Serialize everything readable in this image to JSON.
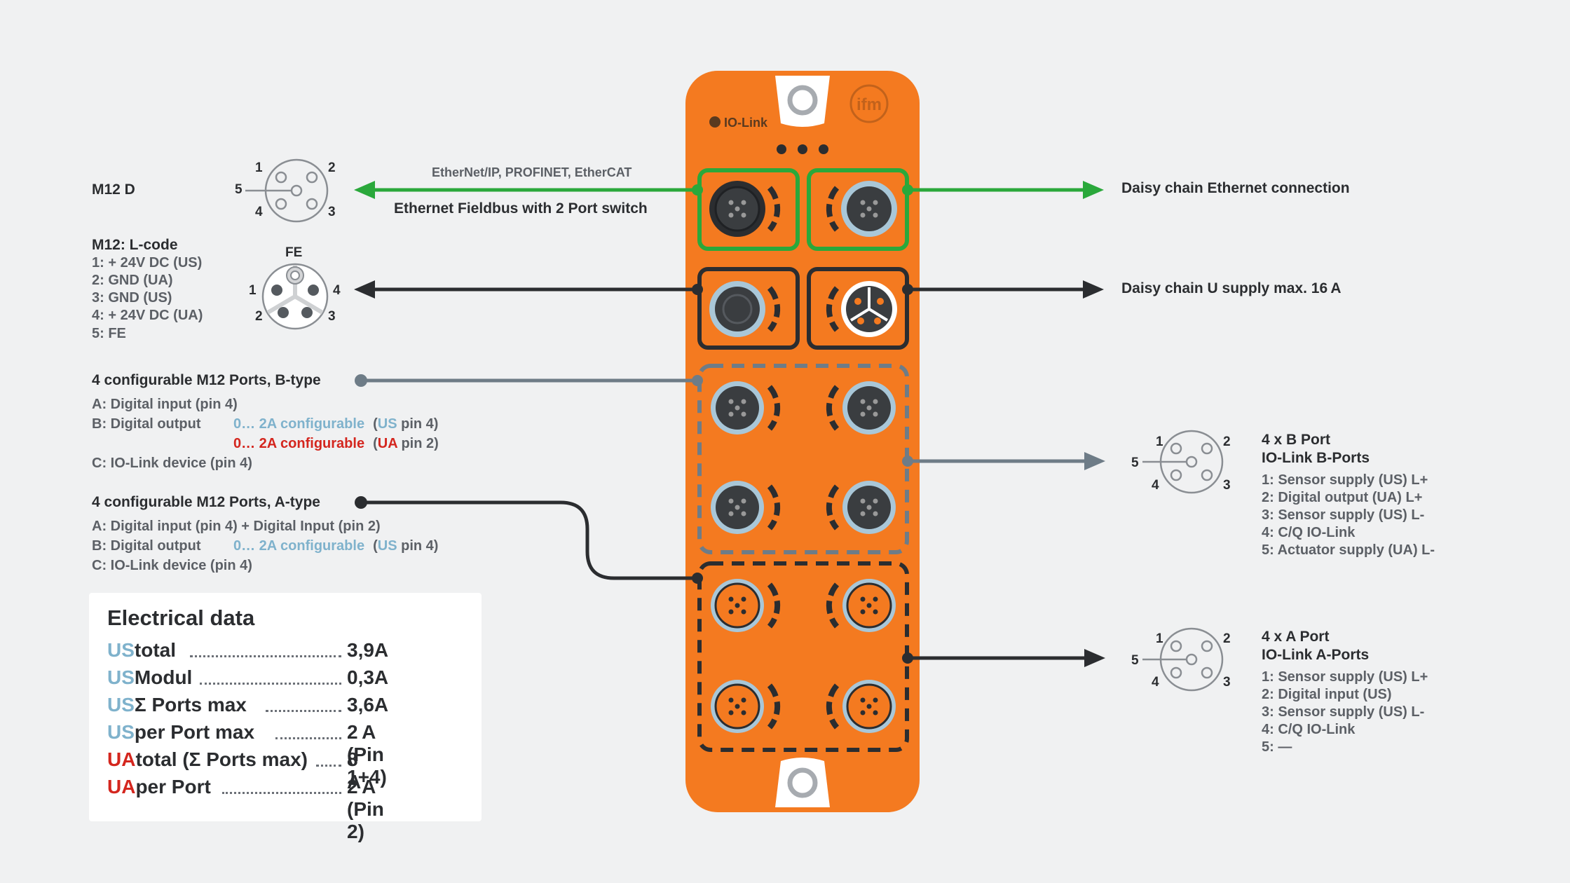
{
  "device": {
    "brand": "ifm",
    "iolink_logo": "IO-Link",
    "body_color": "#f47a20",
    "ports_b_color": "#6e7c87",
    "ports_a_color": "#2b2d30",
    "ethernet_color": "#2aa83b"
  },
  "top": {
    "m12d_title": "M12 D",
    "m12d_pins": {
      "p1": "1",
      "p2": "2",
      "p3": "3",
      "p4": "4",
      "p5": "5"
    },
    "ethernet_protocols": "EtherNet/IP, PROFINET, EtherCAT",
    "ethernet_label": "Ethernet Fieldbus with 2 Port switch",
    "daisy_ethernet": "Daisy chain Ethernet connection"
  },
  "lcode": {
    "title": "M12: L-code",
    "lines": [
      "1: + 24V DC (US)",
      "2: GND (UA)",
      "3: GND (US)",
      "4: + 24V DC (UA)",
      "5: FE"
    ],
    "fe": "FE",
    "pins": {
      "p1": "1",
      "p2": "2",
      "p3": "3",
      "p4": "4"
    },
    "daisy_supply": "Daisy chain U supply max. 16 A"
  },
  "btype": {
    "title": "4 configurable M12 Ports, B-type",
    "a": "A: Digital input (pin 4)",
    "b": "B: Digital output",
    "cfg1_range": "0… 2A configurable",
    "cfg1_open": "(",
    "cfg1_us": "US",
    "cfg1_pin": " pin 4)",
    "cfg2_range": "0… 2A configurable",
    "cfg2_open": "(",
    "cfg2_ua": "UA",
    "cfg2_pin": " pin 2)",
    "c": "C: IO-Link device (pin 4)"
  },
  "atype": {
    "title": "4 configurable M12 Ports, A-type",
    "a": "A: Digital input (pin 4) + Digital Input (pin 2)",
    "b": "B: Digital output",
    "cfg_range": "0… 2A configurable",
    "cfg_open": "(",
    "cfg_us": "US",
    "cfg_pin": " pin 4)",
    "c": "C: IO-Link device (pin 4)"
  },
  "bport": {
    "title1": "4 x B Port",
    "title2": "IO-Link B-Ports",
    "pins": {
      "p1": "1",
      "p2": "2",
      "p3": "3",
      "p4": "4",
      "p5": "5"
    },
    "lines": [
      "1: Sensor supply (US) L+",
      "2: Digital output (UA) L+",
      "3: Sensor supply (US) L-",
      "4: C/Q IO-Link",
      "5: Actuator supply (UA) L-"
    ]
  },
  "aport": {
    "title1": "4 x A Port",
    "title2": "IO-Link A-Ports",
    "pins": {
      "p1": "1",
      "p2": "2",
      "p3": "3",
      "p4": "4",
      "p5": "5"
    },
    "lines": [
      "1: Sensor supply (US) L+",
      "2: Digital input (US)",
      "3: Sensor supply (US) L-",
      "4: C/Q IO-Link",
      "5: —"
    ]
  },
  "electrical": {
    "title": "Electrical data",
    "rows": [
      {
        "pre": "US",
        "label": " total",
        "value": "3,9A"
      },
      {
        "pre": "US",
        "label": " Modul",
        "value": "0,3A"
      },
      {
        "pre": "US",
        "label": " Σ Ports max",
        "value": "3,6A"
      },
      {
        "pre": "US",
        "label": " per Port max",
        "value": "2 A (Pin 1+4)"
      },
      {
        "pre": "UA",
        "label": " total (Σ Ports max)",
        "value": "8 A"
      },
      {
        "pre": "UA",
        "label": " per Port",
        "value": "2 A (Pin 2)"
      }
    ]
  }
}
